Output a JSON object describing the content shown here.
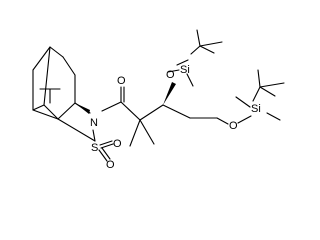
{
  "structure": {
    "atoms": {
      "n": "N",
      "s": "S",
      "o_sulfonyl_1": "O",
      "o_sulfonyl_2": "O",
      "o_carbonyl": "O",
      "o_silyl_ether_1": "O",
      "si_1": "Si",
      "o_silyl_ether_2": "O",
      "si_2": "Si"
    }
  }
}
